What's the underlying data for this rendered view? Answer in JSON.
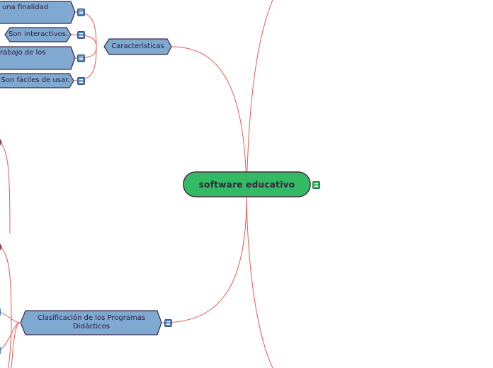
{
  "colors": {
    "connector": "#e8584f",
    "node_fill": "#7fa9d1",
    "node_border": "#3a2a4a",
    "center_fill": "#32bb64",
    "center_border": "#4a2a40",
    "notes_blue": "#4a86c4",
    "notes_green": "#2fb35a"
  },
  "icons": {
    "notes": "notes-icon"
  },
  "central": {
    "title": "software educativo"
  },
  "branches": {
    "caracteristicas": {
      "title": "Caracteristicas",
      "children": [
        "una finalidad",
        "Son interactivos.",
        "rabajo de los",
        "Son fáciles de usar."
      ]
    },
    "clasificacion": {
      "title": "Clasificación de los Programas Didácticos"
    }
  }
}
